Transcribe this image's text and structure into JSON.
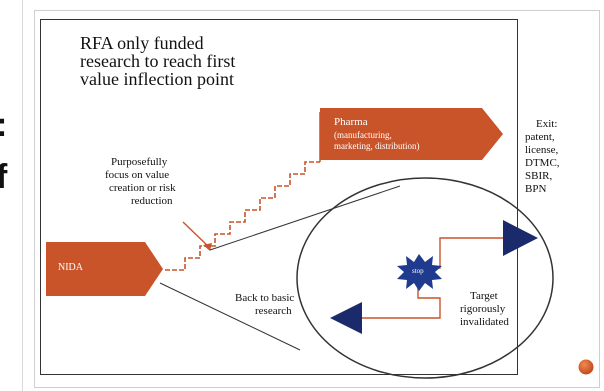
{
  "left_fragments": [
    ":",
    "f"
  ],
  "headline_lines": [
    "RFA only funded",
    "research to reach first",
    "value inflection point"
  ],
  "nida_label": "NIDA",
  "pharma": {
    "title": "Pharma",
    "detail_lines": [
      "(manufacturing,",
      "marketing, distribution)"
    ]
  },
  "purposefully_lines": [
    "Purposefully",
    "focus on value",
    "creation or risk",
    "reduction"
  ],
  "exit_lines": [
    "Exit:",
    "patent,",
    "license,",
    "DTMC,",
    "SBIR,",
    "BPN"
  ],
  "stop_label": "stop",
  "target_lines": [
    "Target",
    "rigorously",
    "invalidated"
  ],
  "back_lines": [
    "Back to basic",
    "research"
  ],
  "colors": {
    "accent_orange": "#c9542a",
    "arrow_navy": "#1a2a6a",
    "stop_blue": "#1f3b8f"
  },
  "icons": {
    "nav_dot": "orange-circle-icon"
  }
}
